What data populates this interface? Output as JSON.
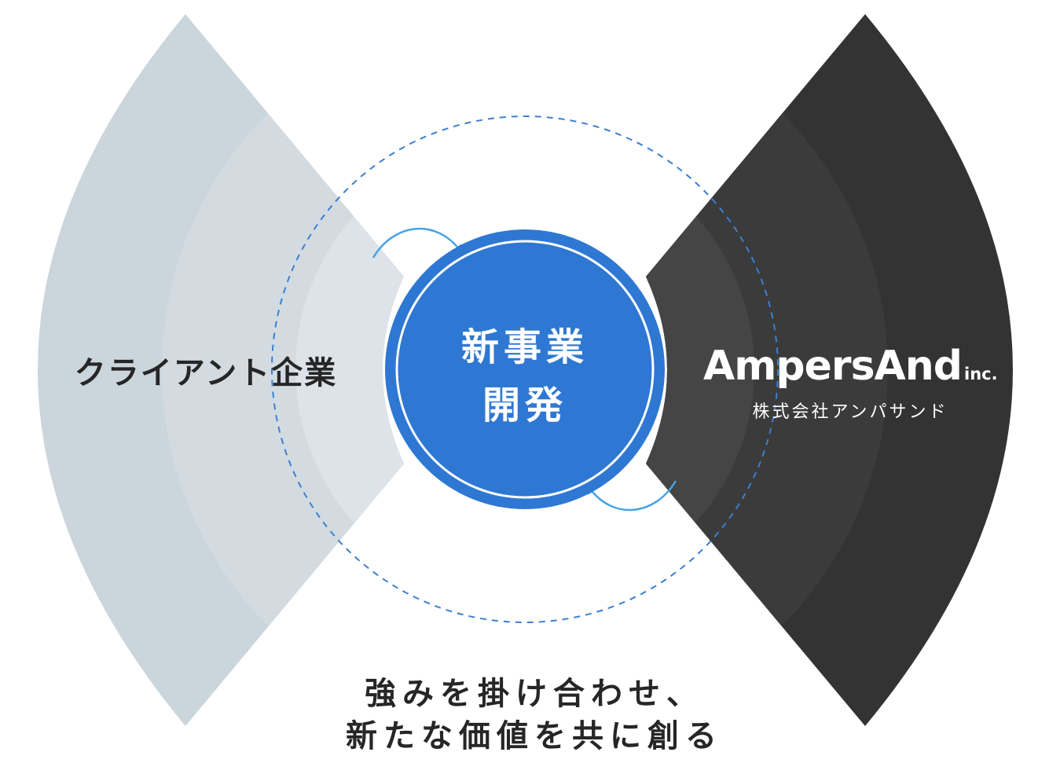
{
  "client": {
    "label": "クライアント企業"
  },
  "center": {
    "line1": "新事業",
    "line2": "開発"
  },
  "brand": {
    "name": "AmpersAnd",
    "suffix": "inc.",
    "japanese_name": "株式会社アンパサンド"
  },
  "tagline": {
    "line1": "強みを掛け合わせ、",
    "line2": "新たな価値を共に創る"
  },
  "colors": {
    "client_outer": "#cbd5dc",
    "client_mid": "#d3dbe1",
    "client_inner": "#dde3e8",
    "brand_outer": "#333333",
    "brand_mid": "#3b3b3b",
    "brand_inner": "#454545",
    "center_fill": "#2e78d3",
    "dashed_ring": "#3c7fd1",
    "arrow": "#45a3e6"
  }
}
